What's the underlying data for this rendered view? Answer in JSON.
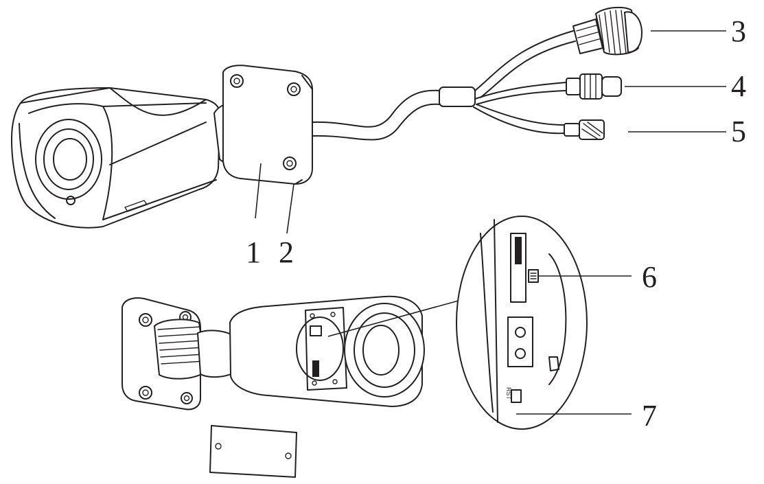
{
  "callouts": {
    "c1": "1",
    "c2": "2",
    "c3": "3",
    "c4": "4",
    "c5": "5",
    "c6": "6",
    "c7": "7"
  },
  "detail_text": {
    "reset": "RST"
  },
  "colors": {
    "line": "#231f20",
    "background": "#ffffff"
  }
}
